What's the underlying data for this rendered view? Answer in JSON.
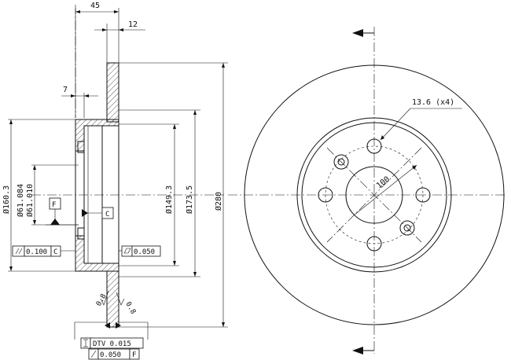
{
  "dimensions": {
    "overall_thickness": "45",
    "hat_depth": "12",
    "flange_thickness": "7",
    "centering_bore": "Ø160.3",
    "hub_max": "Ø61.084",
    "hub_min": "Ø61.010",
    "inner_friction": "Ø149.3",
    "outer_friction": "Ø173.5",
    "outer_diameter": "Ø280",
    "bolt_hole": "13.6 (x4)",
    "pitch_circle": "100"
  },
  "datums": {
    "f": "F",
    "c": "C"
  },
  "tolerances": {
    "parallelism_value": "0.100",
    "parallelism_ref": "C",
    "flatness_value": "0.050",
    "dtv": "DTV 0.015",
    "runout_value": "0.050",
    "runout_ref": "F"
  },
  "surface_marks": {
    "left": "0.8",
    "right": "0.8"
  },
  "icons": [
    "parallelism-symbol",
    "flatness-symbol",
    "thickness-variation-symbol",
    "runout-symbol",
    "section-arrow"
  ]
}
